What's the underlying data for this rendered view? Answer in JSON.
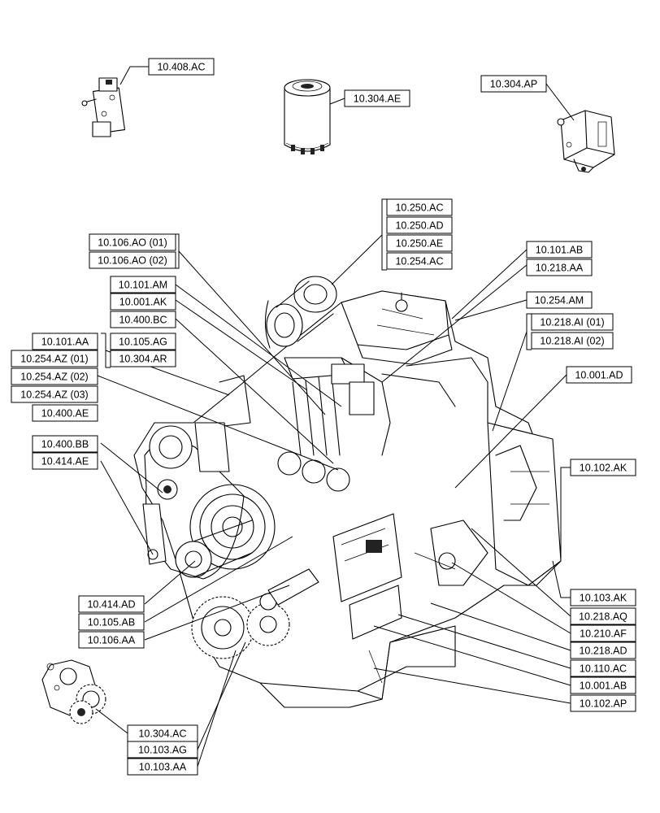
{
  "labels": [
    {
      "id": "l-10-408-ac",
      "text": "10.408.AC"
    },
    {
      "id": "l-10-304-ae",
      "text": "10.304.AE"
    },
    {
      "id": "l-10-304-ap",
      "text": "10.304.AP"
    },
    {
      "id": "l-10-250-ac",
      "text": "10.250.AC"
    },
    {
      "id": "l-10-250-ad",
      "text": "10.250.AD"
    },
    {
      "id": "l-10-250-ae",
      "text": "10.250.AE"
    },
    {
      "id": "l-10-254-ac",
      "text": "10.254.AC"
    },
    {
      "id": "l-10-106-ao-01",
      "text": "10.106.AO (01)"
    },
    {
      "id": "l-10-106-ao-02",
      "text": "10.106.AO (02)"
    },
    {
      "id": "l-10-101-ab",
      "text": "10.101.AB"
    },
    {
      "id": "l-10-218-aa",
      "text": "10.218.AA"
    },
    {
      "id": "l-10-101-am",
      "text": "10.101.AM"
    },
    {
      "id": "l-10-001-ak",
      "text": "10.001.AK"
    },
    {
      "id": "l-10-400-bc",
      "text": "10.400.BC"
    },
    {
      "id": "l-10-254-am",
      "text": "10.254.AM"
    },
    {
      "id": "l-10-218-ai-01",
      "text": "10.218.AI (01)"
    },
    {
      "id": "l-10-218-ai-02",
      "text": "10.218.AI (02)"
    },
    {
      "id": "l-10-101-aa",
      "text": "10.101.AA"
    },
    {
      "id": "l-10-105-ag",
      "text": "10.105.AG"
    },
    {
      "id": "l-10-304-ar",
      "text": "10.304.AR"
    },
    {
      "id": "l-10-254-az-01",
      "text": "10.254.AZ (01)"
    },
    {
      "id": "l-10-254-az-02",
      "text": "10.254.AZ (02)"
    },
    {
      "id": "l-10-254-az-03",
      "text": "10.254.AZ (03)"
    },
    {
      "id": "l-10-400-ae",
      "text": "10.400.AE"
    },
    {
      "id": "l-10-001-ad",
      "text": "10.001.AD"
    },
    {
      "id": "l-10-400-bb",
      "text": "10.400.BB"
    },
    {
      "id": "l-10-414-ae",
      "text": "10.414.AE"
    },
    {
      "id": "l-10-102-ak",
      "text": "10.102.AK"
    },
    {
      "id": "l-10-414-ad",
      "text": "10.414.AD"
    },
    {
      "id": "l-10-105-ab",
      "text": "10.105.AB"
    },
    {
      "id": "l-10-106-aa",
      "text": "10.106.AA"
    },
    {
      "id": "l-10-103-ak",
      "text": "10.103.AK"
    },
    {
      "id": "l-10-218-aq",
      "text": "10.218.AQ"
    },
    {
      "id": "l-10-210-af",
      "text": "10.210.AF"
    },
    {
      "id": "l-10-218-ad",
      "text": "10.218.AD"
    },
    {
      "id": "l-10-110-ac",
      "text": "10.110.AC"
    },
    {
      "id": "l-10-001-ab",
      "text": "10.001.AB"
    },
    {
      "id": "l-10-102-ap",
      "text": "10.102.AP"
    },
    {
      "id": "l-10-304-ac",
      "text": "10.304.AC"
    },
    {
      "id": "l-10-103-ag",
      "text": "10.103.AG"
    },
    {
      "id": "l-10-103-aa",
      "text": "10.103.AA"
    }
  ]
}
